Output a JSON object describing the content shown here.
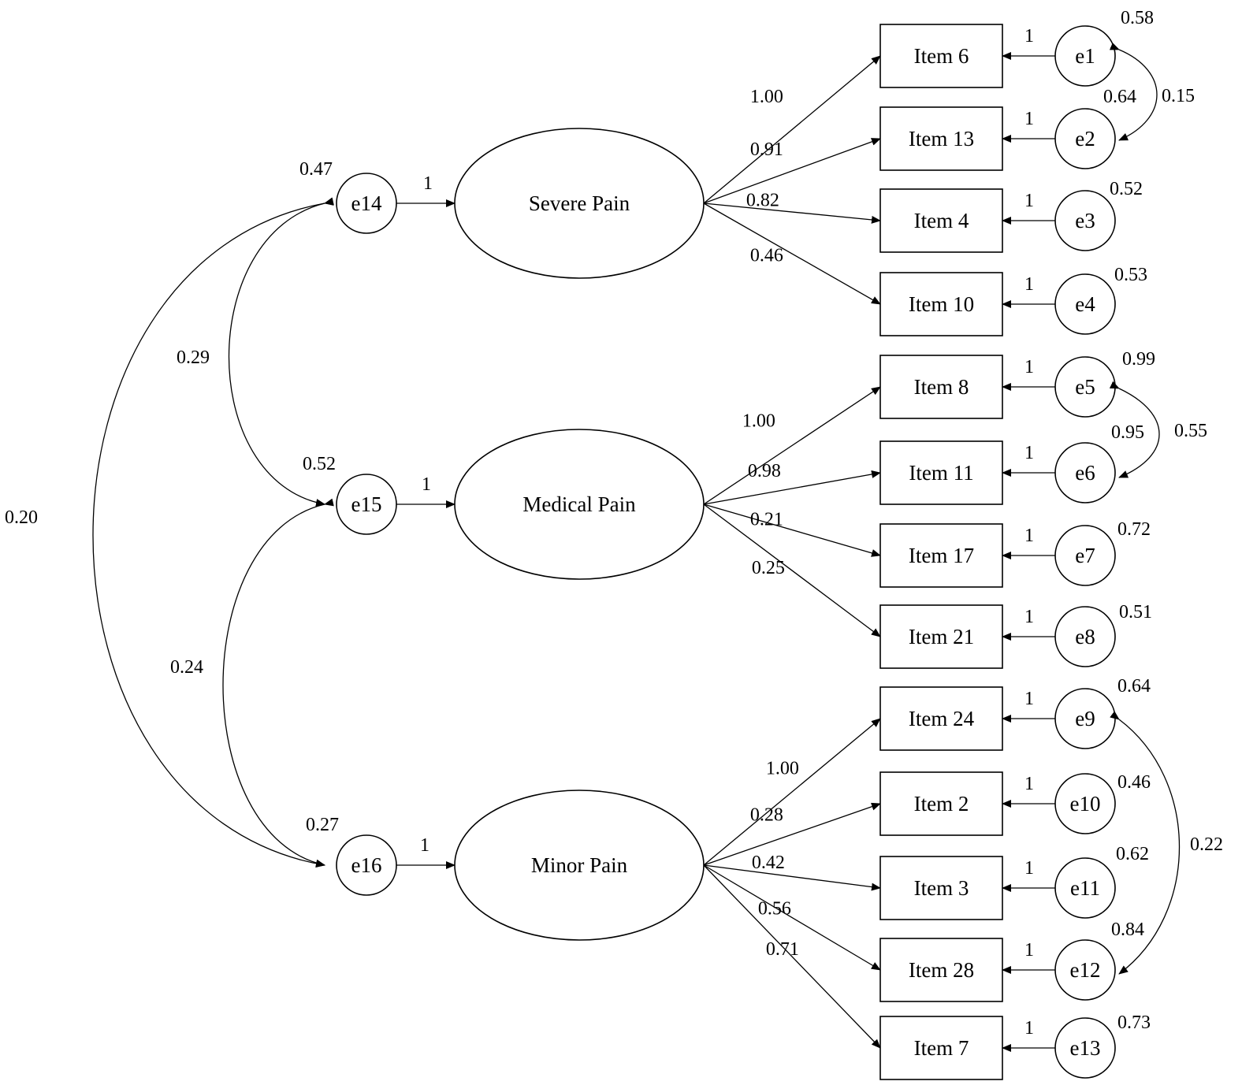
{
  "latent_factors": [
    {
      "id": "severe",
      "label": "Severe Pain",
      "error": "e14",
      "error_variance": "0.47",
      "error_path": "1"
    },
    {
      "id": "medical",
      "label": "Medical Pain",
      "error": "e15",
      "error_variance": "0.52",
      "error_path": "1"
    },
    {
      "id": "minor",
      "label": "Minor Pain",
      "error": "e16",
      "error_variance": "0.27",
      "error_path": "1"
    }
  ],
  "observed_items": [
    {
      "label": "Item 6",
      "factor": "severe",
      "loading": "1.00",
      "error": "e1",
      "error_path": "1",
      "error_variance": "0.58"
    },
    {
      "label": "Item 13",
      "factor": "severe",
      "loading": "0.91",
      "error": "e2",
      "error_path": "1",
      "error_variance": "0.64"
    },
    {
      "label": "Item 4",
      "factor": "severe",
      "loading": "0.82",
      "error": "e3",
      "error_path": "1",
      "error_variance": "0.52"
    },
    {
      "label": "Item 10",
      "factor": "severe",
      "loading": "0.46",
      "error": "e4",
      "error_path": "1",
      "error_variance": "0.53"
    },
    {
      "label": "Item 8",
      "factor": "medical",
      "loading": "1.00",
      "error": "e5",
      "error_path": "1",
      "error_variance": "0.99"
    },
    {
      "label": "Item 11",
      "factor": "medical",
      "loading": "0.98",
      "error": "e6",
      "error_path": "1",
      "error_variance": "0.95"
    },
    {
      "label": "Item 17",
      "factor": "medical",
      "loading": "0.21",
      "error": "e7",
      "error_path": "1",
      "error_variance": "0.72"
    },
    {
      "label": "Item 21",
      "factor": "medical",
      "loading": "0.25",
      "error": "e8",
      "error_path": "1",
      "error_variance": "0.51"
    },
    {
      "label": "Item 24",
      "factor": "minor",
      "loading": "1.00",
      "error": "e9",
      "error_path": "1",
      "error_variance": "0.64"
    },
    {
      "label": "Item 2",
      "factor": "minor",
      "loading": "0.28",
      "error": "e10",
      "error_path": "1",
      "error_variance": "0.46"
    },
    {
      "label": "Item 3",
      "factor": "minor",
      "loading": "0.42",
      "error": "e11",
      "error_path": "1",
      "error_variance": "0.62"
    },
    {
      "label": "Item 28",
      "factor": "minor",
      "loading": "0.56",
      "error": "e12",
      "error_path": "1",
      "error_variance": "0.84"
    },
    {
      "label": "Item 7",
      "factor": "minor",
      "loading": "0.71",
      "error": "e13",
      "error_path": "1",
      "error_variance": "0.73"
    }
  ],
  "error_covariances": [
    {
      "from": "e1",
      "to": "e2",
      "value": "0.15"
    },
    {
      "from": "e5",
      "to": "e6",
      "value": "0.55"
    },
    {
      "from": "e9",
      "to": "e12",
      "value": "0.22"
    }
  ],
  "factor_covariances": [
    {
      "from": "e14",
      "to": "e15",
      "value": "0.29"
    },
    {
      "from": "e15",
      "to": "e16",
      "value": "0.24"
    },
    {
      "from": "e14",
      "to": "e16",
      "value": "0.20"
    }
  ]
}
